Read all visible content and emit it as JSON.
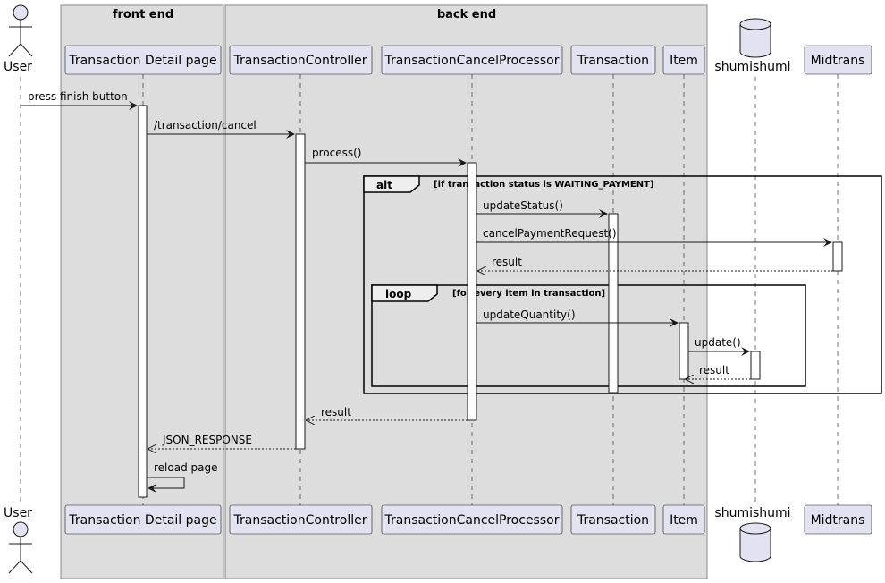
{
  "groups": {
    "front_end": "front end",
    "back_end": "back end"
  },
  "participants": {
    "user": "User",
    "detail_page": "Transaction Detail page",
    "controller": "TransactionController",
    "processor": "TransactionCancelProcessor",
    "transaction": "Transaction",
    "item": "Item",
    "db": "shumishumi",
    "midtrans": "Midtrans"
  },
  "messages": {
    "m1": "press finish button",
    "m2": "/transaction/cancel",
    "m3": "process()",
    "m4": "updateStatus()",
    "m5": "cancelPaymentRequest()",
    "m6": "result",
    "m7": "updateQuantity()",
    "m8": "update()",
    "m9": "result",
    "m10": "result",
    "m11": "JSON_RESPONSE",
    "m12": "reload page"
  },
  "fragments": {
    "alt_keyword": "alt",
    "alt_guard": "[if transaction status is WAITING_PAYMENT]",
    "loop_keyword": "loop",
    "loop_guard": "[for every item in transaction]"
  },
  "colors": {
    "participant_fill": "#e2e2f0",
    "group_fill": "#dddddd",
    "line": "#181818"
  }
}
